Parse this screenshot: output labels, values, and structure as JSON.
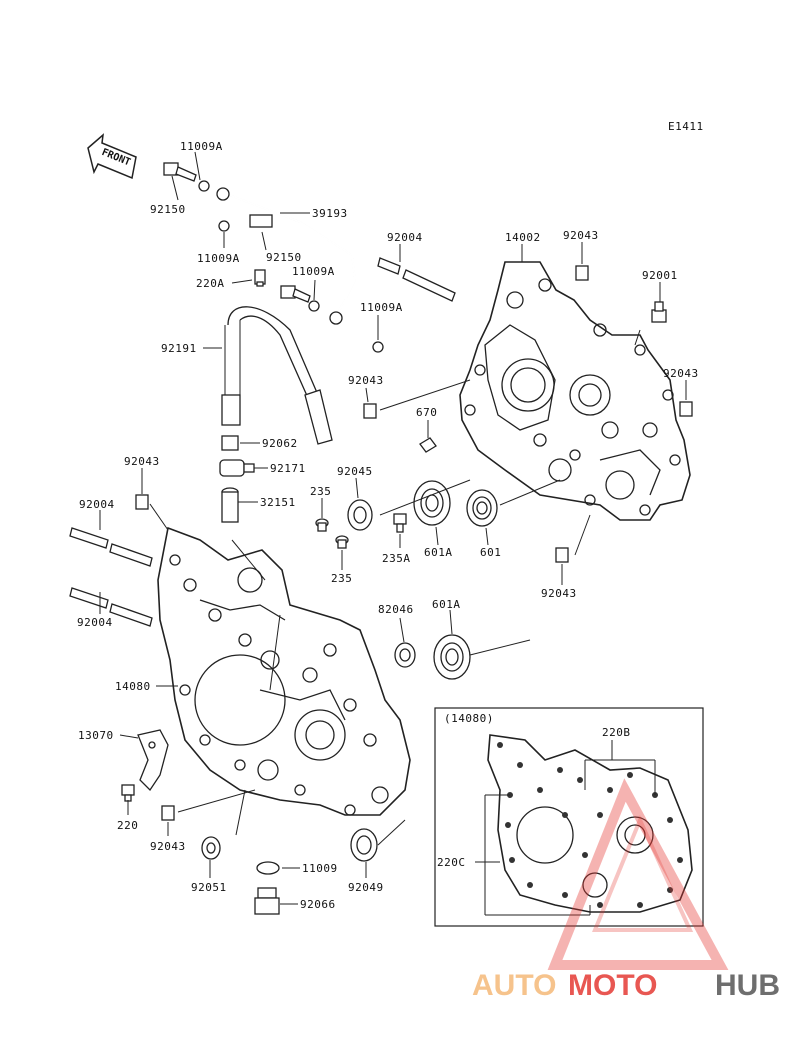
{
  "diagram_code": "E1411",
  "front_arrow_text": "FRONT",
  "inset_title": "(14080)",
  "watermark": {
    "part1": "AUTO",
    "part2": "MOTO",
    "part3": "HUB",
    "color_main": "#f5b979",
    "color_accent": "#e53a35",
    "color_dark": "#555555"
  },
  "labels": {
    "l11009A_a": "11009A",
    "l92150_a": "92150",
    "l39193": "39193",
    "l11009A_b": "11009A",
    "l92150_b": "92150",
    "l220A": "220A",
    "l11009A_c": "11009A",
    "l11009A_d": "11009A",
    "l92004_a": "92004",
    "l14002": "14002",
    "l92043_a": "92043",
    "l92001": "92001",
    "l92191": "92191",
    "l92043_b": "92043",
    "l92043_c": "92043",
    "l670": "670",
    "l92062": "92062",
    "l92171": "92171",
    "l92043_d": "92043",
    "l92045": "92045",
    "l235_a": "235",
    "l32151": "32151",
    "l92004_b": "92004",
    "l235A": "235A",
    "l601A_a": "601A",
    "l601": "601",
    "l235_b": "235",
    "l92043_e": "92043",
    "l82046": "82046",
    "l601A_b": "601A",
    "l92004_c": "92004",
    "l14080": "14080",
    "l13070": "13070",
    "l220": "220",
    "l92043_f": "92043",
    "l92051": "92051",
    "l11009": "11009",
    "l92066": "92066",
    "l92049": "92049",
    "l220B": "220B",
    "l220C": "220C"
  }
}
